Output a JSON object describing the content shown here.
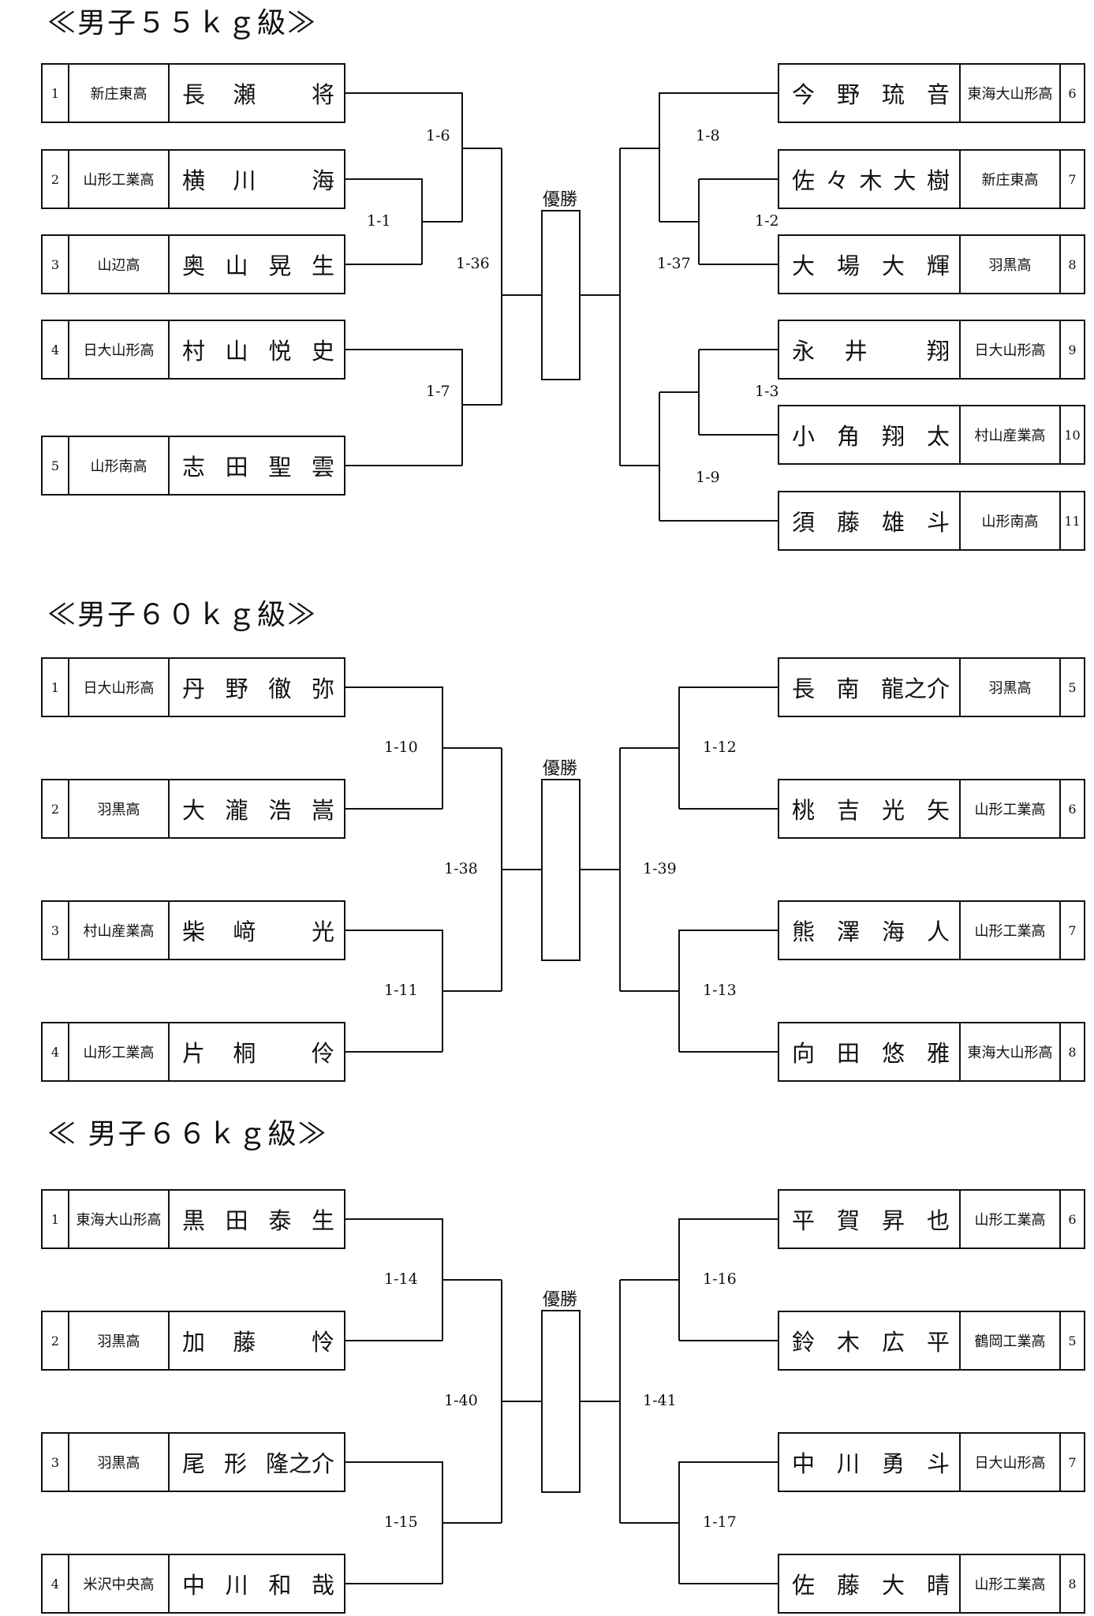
{
  "sections": [
    {
      "title": "≪男子５５ｋｇ級≫",
      "champion_label": "優勝",
      "left": [
        {
          "seed": "1",
          "school": "新庄東高",
          "name": [
            "長",
            "瀬",
            "",
            "将"
          ]
        },
        {
          "seed": "2",
          "school": "山形工業高",
          "name": [
            "横",
            "川",
            "",
            "海"
          ]
        },
        {
          "seed": "3",
          "school": "山辺高",
          "name": [
            "奥",
            "山",
            "晃",
            "生"
          ]
        },
        {
          "seed": "4",
          "school": "日大山形高",
          "name": [
            "村",
            "山",
            "悦",
            "史"
          ]
        },
        {
          "seed": "5",
          "school": "山形南高",
          "name": [
            "志",
            "田",
            "聖",
            "雲"
          ]
        }
      ],
      "right": [
        {
          "seed": "6",
          "school": "東海大山形高",
          "name": [
            "今",
            "野",
            "琉",
            "音"
          ]
        },
        {
          "seed": "7",
          "school": "新庄東高",
          "name": [
            "佐",
            "々",
            "木",
            "大",
            "樹"
          ]
        },
        {
          "seed": "8",
          "school": "羽黒高",
          "name": [
            "大",
            "場",
            "大",
            "輝"
          ]
        },
        {
          "seed": "9",
          "school": "日大山形高",
          "name": [
            "永",
            "井",
            "",
            "翔"
          ]
        },
        {
          "seed": "10",
          "school": "村山産業高",
          "name": [
            "小",
            "角",
            "翔",
            "太"
          ]
        },
        {
          "seed": "11",
          "school": "山形南高",
          "name": [
            "須",
            "藤",
            "雄",
            "斗"
          ]
        }
      ],
      "matches": [
        "1-6",
        "1-1",
        "1-36",
        "1-7",
        "1-8",
        "1-2",
        "1-37",
        "1-3",
        "1-9"
      ]
    },
    {
      "title": "≪男子６０ｋｇ級≫",
      "champion_label": "優勝",
      "left": [
        {
          "seed": "1",
          "school": "日大山形高",
          "name": [
            "丹",
            "野",
            "徹",
            "弥"
          ]
        },
        {
          "seed": "2",
          "school": "羽黒高",
          "name": [
            "大",
            "瀧",
            "浩",
            "嵩"
          ]
        },
        {
          "seed": "3",
          "school": "村山産業高",
          "name": [
            "柴",
            "﨑",
            "",
            "光"
          ]
        },
        {
          "seed": "4",
          "school": "山形工業高",
          "name": [
            "片",
            "桐",
            "",
            "伶"
          ]
        }
      ],
      "right": [
        {
          "seed": "5",
          "school": "羽黒高",
          "name": [
            "長",
            "南",
            "龍之介"
          ]
        },
        {
          "seed": "6",
          "school": "山形工業高",
          "name": [
            "桃",
            "吉",
            "光",
            "矢"
          ]
        },
        {
          "seed": "7",
          "school": "山形工業高",
          "name": [
            "熊",
            "澤",
            "海",
            "人"
          ]
        },
        {
          "seed": "8",
          "school": "東海大山形高",
          "name": [
            "向",
            "田",
            "悠",
            "雅"
          ]
        }
      ],
      "matches": [
        "1-10",
        "1-38",
        "1-11",
        "1-12",
        "1-39",
        "1-13"
      ]
    },
    {
      "title": "≪ 男子６６ｋｇ級≫",
      "champion_label": "優勝",
      "left": [
        {
          "seed": "1",
          "school": "東海大山形高",
          "name": [
            "黒",
            "田",
            "泰",
            "生"
          ]
        },
        {
          "seed": "2",
          "school": "羽黒高",
          "name": [
            "加",
            "藤",
            "",
            "怜"
          ]
        },
        {
          "seed": "3",
          "school": "羽黒高",
          "name": [
            "尾",
            "形",
            "隆之介"
          ]
        },
        {
          "seed": "4",
          "school": "米沢中央高",
          "name": [
            "中",
            "川",
            "和",
            "哉"
          ]
        }
      ],
      "right": [
        {
          "seed": "6",
          "school": "山形工業高",
          "name": [
            "平",
            "賀",
            "昇",
            "也"
          ]
        },
        {
          "seed": "5",
          "school": "鶴岡工業高",
          "name": [
            "鈴",
            "木",
            "広",
            "平"
          ]
        },
        {
          "seed": "7",
          "school": "日大山形高",
          "name": [
            "中",
            "川",
            "勇",
            "斗"
          ]
        },
        {
          "seed": "8",
          "school": "山形工業高",
          "name": [
            "佐",
            "藤",
            "大",
            "晴"
          ]
        }
      ],
      "matches": [
        "1-14",
        "1-40",
        "1-15",
        "1-16",
        "1-41",
        "1-17"
      ]
    }
  ]
}
